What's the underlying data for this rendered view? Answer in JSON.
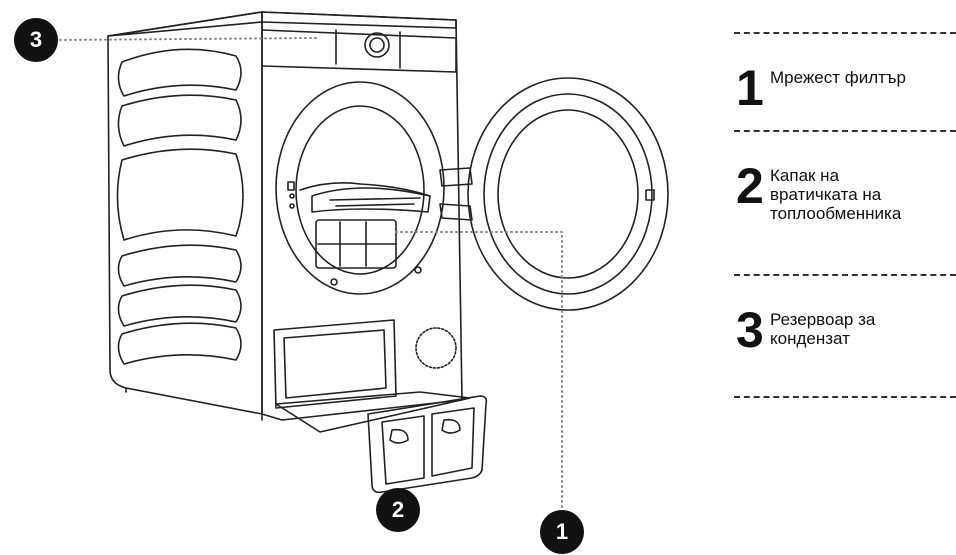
{
  "callouts": [
    {
      "number": "1",
      "label": "Мрежест филтър"
    },
    {
      "number": "2",
      "label": "Капак на\nвратичката на\nтоплообменника"
    },
    {
      "number": "3",
      "label": "Резервоар за\nкондензат"
    }
  ],
  "colors": {
    "ink": "#111111",
    "leader": "#888888",
    "badge": "#111111"
  }
}
